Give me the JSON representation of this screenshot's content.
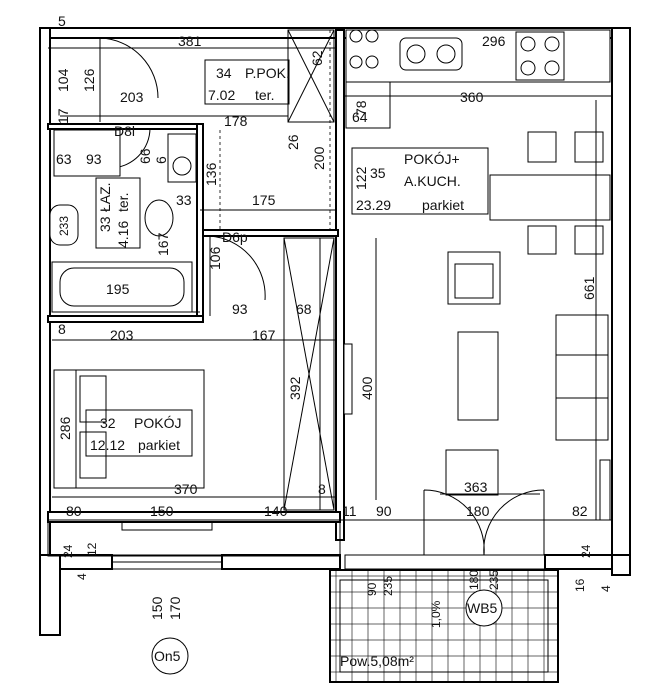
{
  "rooms": [
    {
      "number": "34",
      "name": "P.POK.",
      "area": "7.02",
      "floor": "ter."
    },
    {
      "number": "33",
      "name": "ŁAZ.",
      "area": "4.16",
      "floor": "ter."
    },
    {
      "number": "35",
      "name": "POKÓJ+",
      "name2": "A.KUCH.",
      "area": "23.29",
      "floor": "parkiet"
    },
    {
      "number": "32",
      "name": "POKÓJ",
      "area": "12.12",
      "floor": "parkiet"
    }
  ],
  "tags": {
    "door_bath": "D8l",
    "door_hall": "D6p",
    "window": "On5",
    "balcony_door": "WB5",
    "balcony_area": "Pow.5,08m²",
    "slope": "1,0%",
    "toilet": "233"
  },
  "dimensions": {
    "d381": "381",
    "d5": "5",
    "d104": "104",
    "d126": "126",
    "d203a": "203",
    "d62": "62",
    "d296": "296",
    "d360": "360",
    "d17": "17",
    "d178": "178",
    "d26": "26",
    "d200": "200",
    "d64": "64",
    "d78": "78",
    "d63": "63",
    "d93a": "93",
    "d66": "66",
    "d6a": "6",
    "d136": "136",
    "d175": "175",
    "d33": "33",
    "d167a": "167",
    "d106": "106",
    "d195": "195",
    "d93b": "93",
    "d68": "68",
    "d8a": "8",
    "d203b": "203",
    "d167b": "167",
    "d122": "122",
    "d392": "392",
    "d400": "400",
    "d661": "661",
    "d286": "286",
    "d370": "370",
    "d363": "363",
    "d8b": "8",
    "d80": "80",
    "d150a": "150",
    "d140": "140",
    "d11": "11",
    "d90a": "90",
    "d180a": "180",
    "d82": "82",
    "d24a": "24",
    "d12": "12",
    "d24b": "24",
    "d16": "16",
    "d4a": "4",
    "d4b": "4",
    "d150b": "150",
    "d170": "170",
    "d90b": "90",
    "d235a": "235",
    "d180b": "180",
    "d235b": "235"
  }
}
